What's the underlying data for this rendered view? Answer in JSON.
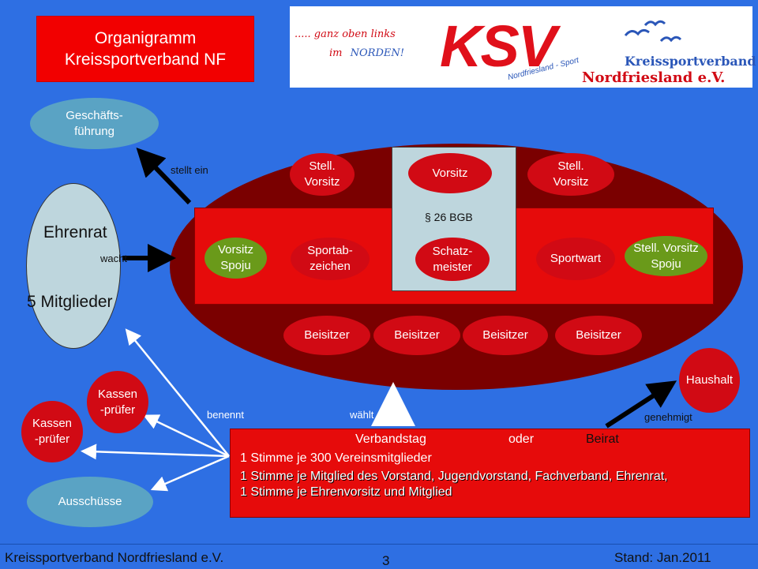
{
  "title": {
    "line1": "Organigramm",
    "line2": "Kreissportverband NF"
  },
  "logo": {
    "slogan_line1": "..... ganz oben links",
    "slogan_line2": "im",
    "slogan_word": "NORDEN!",
    "brand": "KSV",
    "brand_sub": "Nordfriesland - Sport",
    "org_line1": "Kreissportverband",
    "org_line2": "Nordfriesland e.V."
  },
  "geschaeftsfuehrung": {
    "line1": "Geschäfts-",
    "line2": "führung"
  },
  "ehrenrat": {
    "title": "Ehrenrat",
    "members": "5 Mitglieder"
  },
  "labels": {
    "stellt_ein": "stellt ein",
    "wacht": "wacht",
    "benennt": "benennt",
    "waehlt": "wählt",
    "genehmigt": "genehmigt"
  },
  "vorstand": {
    "stell_vorsitz_left": {
      "line1": "Stell.",
      "line2": "Vorsitz"
    },
    "vorsitz": "Vorsitz",
    "stell_vorsitz_right": {
      "line1": "Stell.",
      "line2": "Vorsitz"
    },
    "bgb": "§ 26 BGB",
    "vorsitz_spoju": {
      "line1": "Vorsitz",
      "line2": "Spoju"
    },
    "sportabzeichen": {
      "line1": "Sportab-",
      "line2": "zeichen"
    },
    "schatzmeister": {
      "line1": "Schatz-",
      "line2": "meister"
    },
    "sportwart": "Sportwart",
    "stell_vorsitz_spoju": {
      "line1": "Stell. Vorsitz",
      "line2": "Spoju"
    },
    "beisitzer": [
      "Beisitzer",
      "Beisitzer",
      "Beisitzer",
      "Beisitzer"
    ]
  },
  "haushalt": "Haushalt",
  "kassenpruefer": [
    {
      "line1": "Kassen",
      "line2": "-prüfer"
    },
    {
      "line1": "Kassen",
      "line2": "-prüfer"
    }
  ],
  "ausschuesse": "Ausschüsse",
  "verbandstag": {
    "head_left": "Verbandstag",
    "head_mid": "oder",
    "head_right": "Beirat",
    "lines": [
      "1 Stimme je 300 Vereinsmitglieder",
      "1 Stimme je Mitglied des Vorstand, Jugendvorstand, Fachverband, Ehrenrat,",
      "1 Stimme je Ehrenvorsitz und Mitglied"
    ]
  },
  "footer": {
    "left": "Kreissportverband Nordfriesland e.V.",
    "page": "3",
    "right": "Stand: Jan.2011"
  },
  "colors": {
    "background": "#2e6fe3",
    "red": "#e60b0b",
    "dark_red": "#7a0000",
    "blue_oval": "#5aa3c4",
    "green": "#6a9a1a"
  }
}
